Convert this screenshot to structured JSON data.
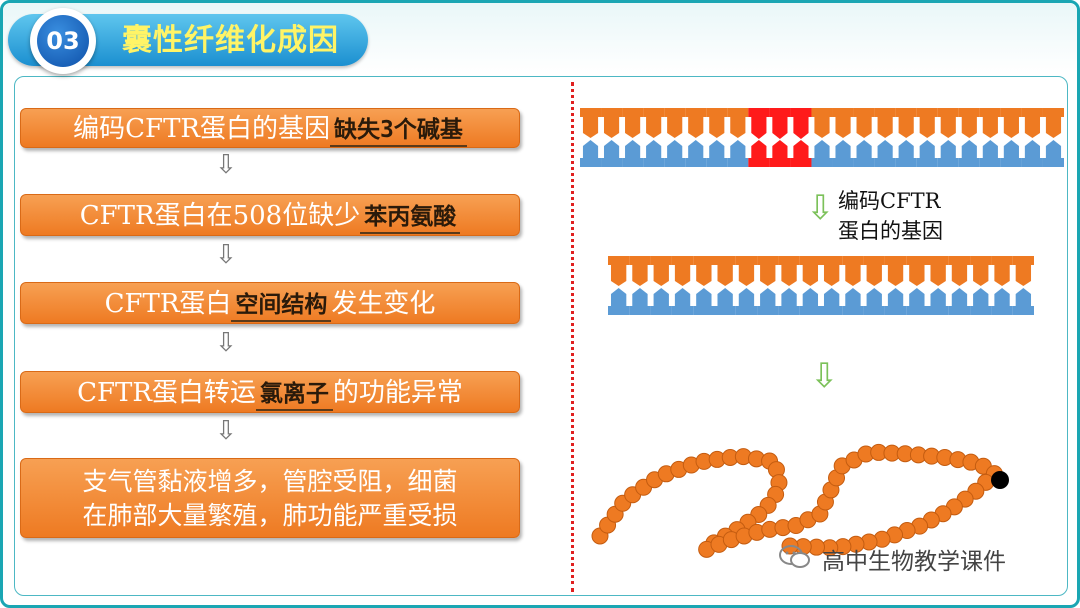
{
  "header": {
    "number": "03",
    "title": "囊性纤维化成因"
  },
  "left": {
    "boxes": [
      {
        "prefix": "编码CFTR蛋白的基因",
        "blank": "缺失3个碱基",
        "suffix": ""
      },
      {
        "prefix": "CFTR蛋白在508位缺少",
        "blank": "苯丙氨酸",
        "suffix": ""
      },
      {
        "prefix": "CFTR蛋白",
        "blank": "空间结构",
        "suffix": "发生变化"
      },
      {
        "prefix": "CFTR蛋白转运",
        "blank": "氯离子",
        "suffix": "的功能异常"
      },
      {
        "line1": "支气管黏液增多，管腔受阻，细菌",
        "line2": "在肺部大量繁殖，肺功能严重受损"
      }
    ],
    "arrow_glyph": "⇩"
  },
  "right": {
    "gene_label_line1": "编码CFTR",
    "gene_label_line2": "蛋白的基因",
    "arrow_glyph": "⇩",
    "dna_top_pairs": 23,
    "dna_top_deleted_pairs": [
      9,
      10,
      11
    ],
    "dna_bottom_pairs": 20,
    "chain_beads": 68
  },
  "watermark": "高中生物教学课件",
  "colors": {
    "orange": "#ee7a22",
    "blue": "#5b9bd5",
    "deleted_red": "#ff1a1a",
    "arrow_green": "#8bd16a",
    "title_yellow": "#fff466"
  }
}
